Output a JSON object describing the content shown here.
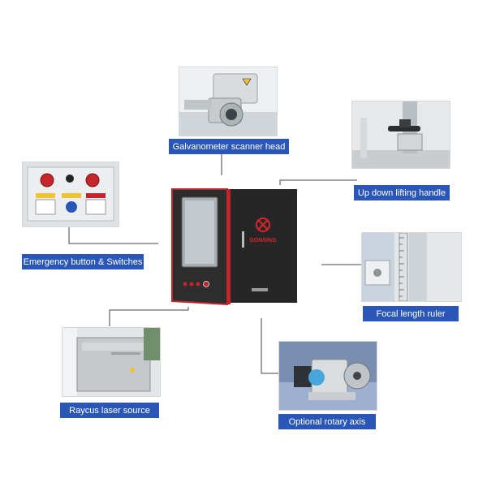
{
  "machine": {
    "brand": "GONSING"
  },
  "components": [
    {
      "id": "galvo",
      "label": "Galvanometer scanner head"
    },
    {
      "id": "lift",
      "label": "Up down lifting handle"
    },
    {
      "id": "estop",
      "label": "Emergency button & Switches"
    },
    {
      "id": "ruler",
      "label": "Focal length ruler"
    },
    {
      "id": "source",
      "label": "Raycus laser source"
    },
    {
      "id": "rotary",
      "label": "Optional rotary axis"
    }
  ],
  "colors": {
    "label_bg": "#2a57b7",
    "label_text": "#ffffff",
    "cabinet": "#2a2a2a",
    "accent": "#c0252b"
  }
}
